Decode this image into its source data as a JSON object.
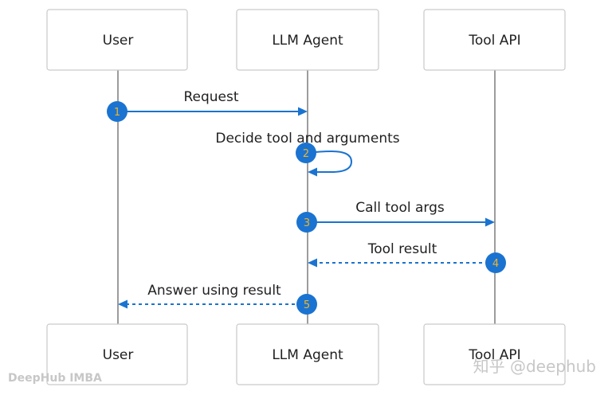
{
  "actors": [
    {
      "label": "User"
    },
    {
      "label": "LLM Agent"
    },
    {
      "label": "Tool API"
    }
  ],
  "messages": [
    {
      "step": "1",
      "label": "Request"
    },
    {
      "step": "2",
      "label": "Decide tool and arguments"
    },
    {
      "step": "3",
      "label": "Call tool args"
    },
    {
      "step": "4",
      "label": "Tool result"
    },
    {
      "step": "5",
      "label": "Answer using result"
    }
  ],
  "watermark": {
    "left": "DeepHub IMBA",
    "right": "知乎 @deephub"
  },
  "colors": {
    "accent": "#1a73d0",
    "step_number": "#f0b429",
    "lifeline": "#7b7b7b",
    "box_border": "#c9c9c9"
  }
}
